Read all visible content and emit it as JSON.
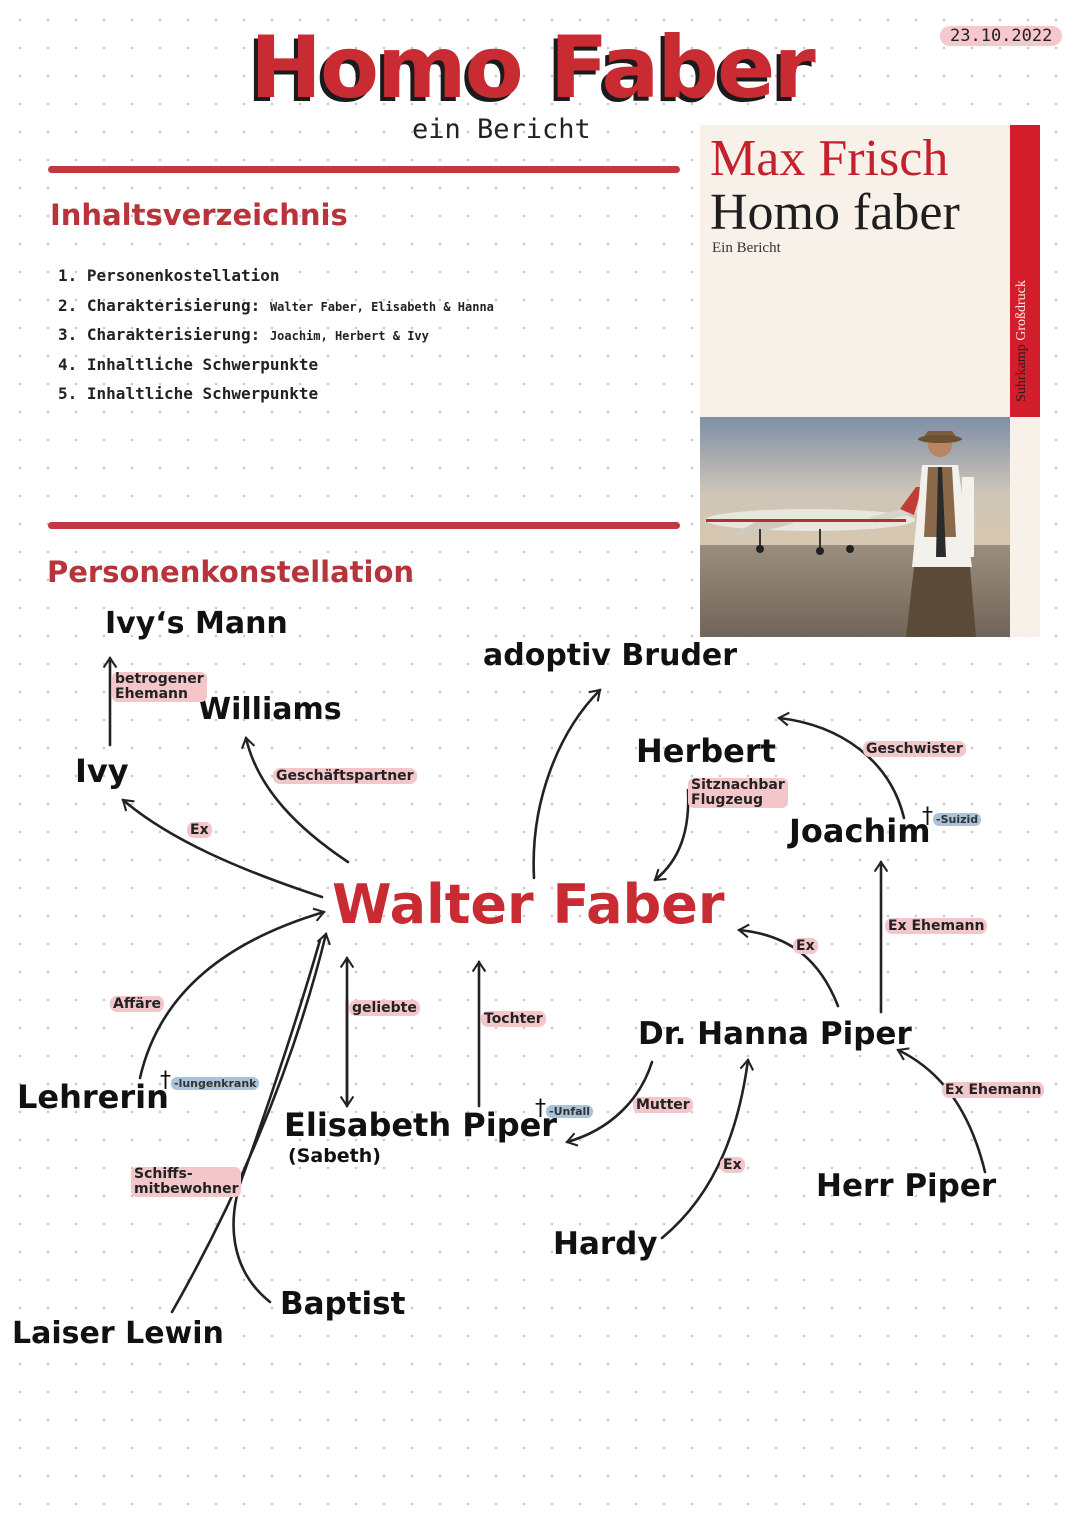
{
  "date": "23.10.2022",
  "title": "Homo Faber",
  "subtitle": "ein Bericht",
  "toc": {
    "heading": "Inhaltsverzeichnis",
    "items": [
      {
        "num": "1.",
        "text": "Personenkostellation",
        "detail": ""
      },
      {
        "num": "2.",
        "text": "Charakterisierung:",
        "detail": "Walter Faber, Elisabeth & Hanna"
      },
      {
        "num": "3.",
        "text": "Charakterisierung:",
        "detail": "Joachim, Herbert & Ivy"
      },
      {
        "num": "4.",
        "text": "Inhaltliche Schwerpunkte",
        "detail": ""
      },
      {
        "num": "5.",
        "text": "Inhaltliche Schwerpunkte",
        "detail": ""
      }
    ]
  },
  "cover": {
    "author": "Max Frisch",
    "book_title": "Homo faber",
    "subtitle": "Ein Bericht",
    "publisher": "Suhrkamp",
    "edition": "Großdruck"
  },
  "constellation": {
    "heading": "Personenkonstellation",
    "center": "Walter Faber",
    "persons": {
      "ivys_mann": "Ivy‘s Mann",
      "ivy": "Ivy",
      "williams": "Williams",
      "adoptiv_bruder": "adoptiv Bruder",
      "herbert": "Herbert",
      "joachim": "Joachim",
      "hanna": "Dr. Hanna Piper",
      "elisabeth": "Elisabeth Piper",
      "sabeth": "(Sabeth)",
      "lehrerin": "Lehrerin",
      "laiser_lewin": "Laiser Lewin",
      "baptist": "Baptist",
      "hardy": "Hardy",
      "herr_piper": "Herr Piper"
    },
    "relations": {
      "betrogener_line1": "betrogener",
      "betrogener_line2": "Ehemann",
      "ex_ivy": "Ex",
      "geschaeftspartner": "Geschäftspartner",
      "sitznachbar_line1": "Sitznachbar",
      "sitznachbar_line2": "Flugzeug",
      "geschwister": "Geschwister",
      "ex_hanna": "Ex",
      "ex_ehemann_joachim": "Ex Ehemann",
      "ex_ehemann_piper": "Ex Ehemann",
      "affaere": "Affäre",
      "geliebte": "geliebte",
      "tochter": "Tochter",
      "mutter": "Mutter",
      "ex_hardy": "Ex",
      "schiffs_line1": "Schiffs-",
      "schiffs_line2": "mitbewohner"
    },
    "deaths": {
      "cross": "†",
      "joachim": "-Suizid",
      "lehrerin": "-lungenkrank",
      "elisabeth": "-Unfall"
    }
  },
  "colors": {
    "accent_red": "#c0393f",
    "tag_pink": "#f3c6ca",
    "tag_blue": "#aac3d8",
    "cover_red": "#d21e2a"
  }
}
